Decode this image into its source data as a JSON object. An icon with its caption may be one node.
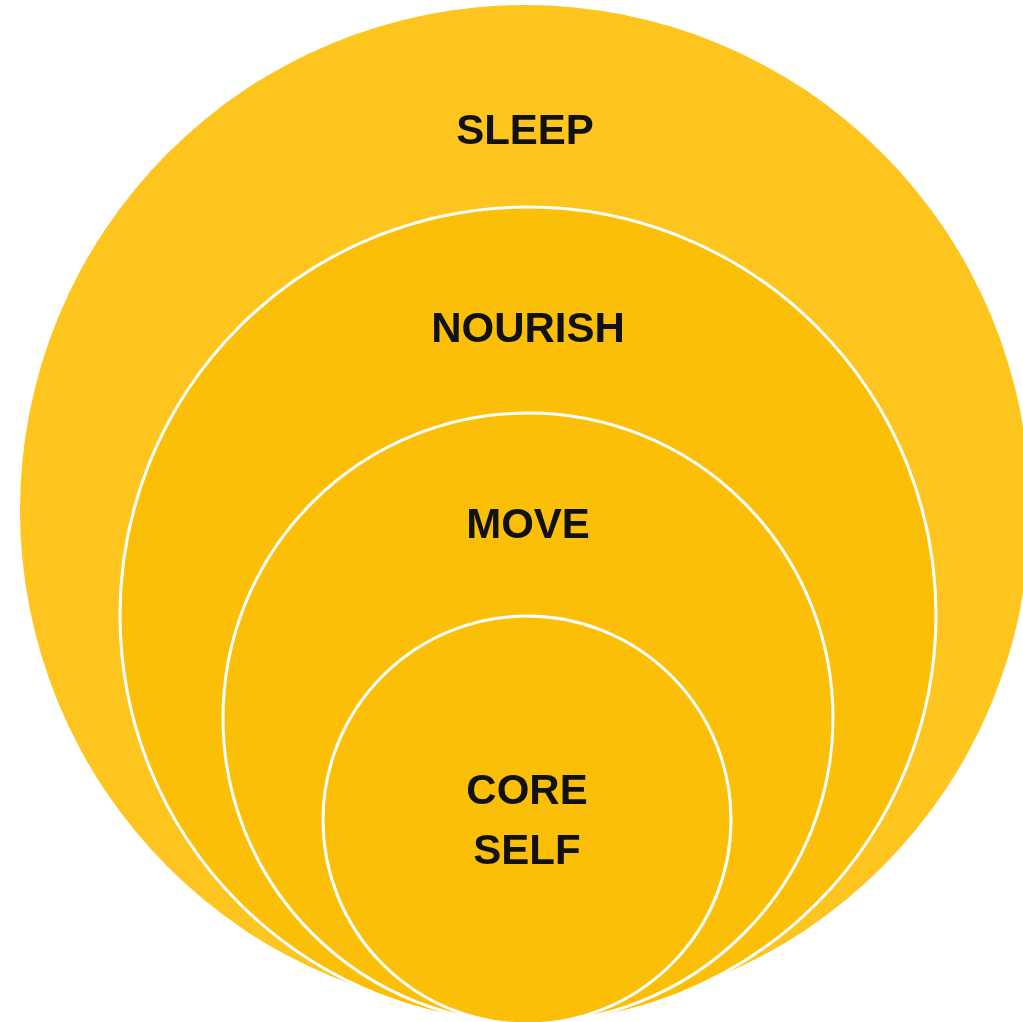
{
  "diagram": {
    "nodes": [
      {
        "text": [
          "SLEEP"
        ]
      },
      {
        "text": [
          "NOURISH"
        ],
        "in": 0
      },
      {
        "text": [
          "MOVE"
        ],
        "in": 1
      },
      {
        "text": [
          "CORE SELF"
        ],
        "in": 2
      }
    ]
  }
}
